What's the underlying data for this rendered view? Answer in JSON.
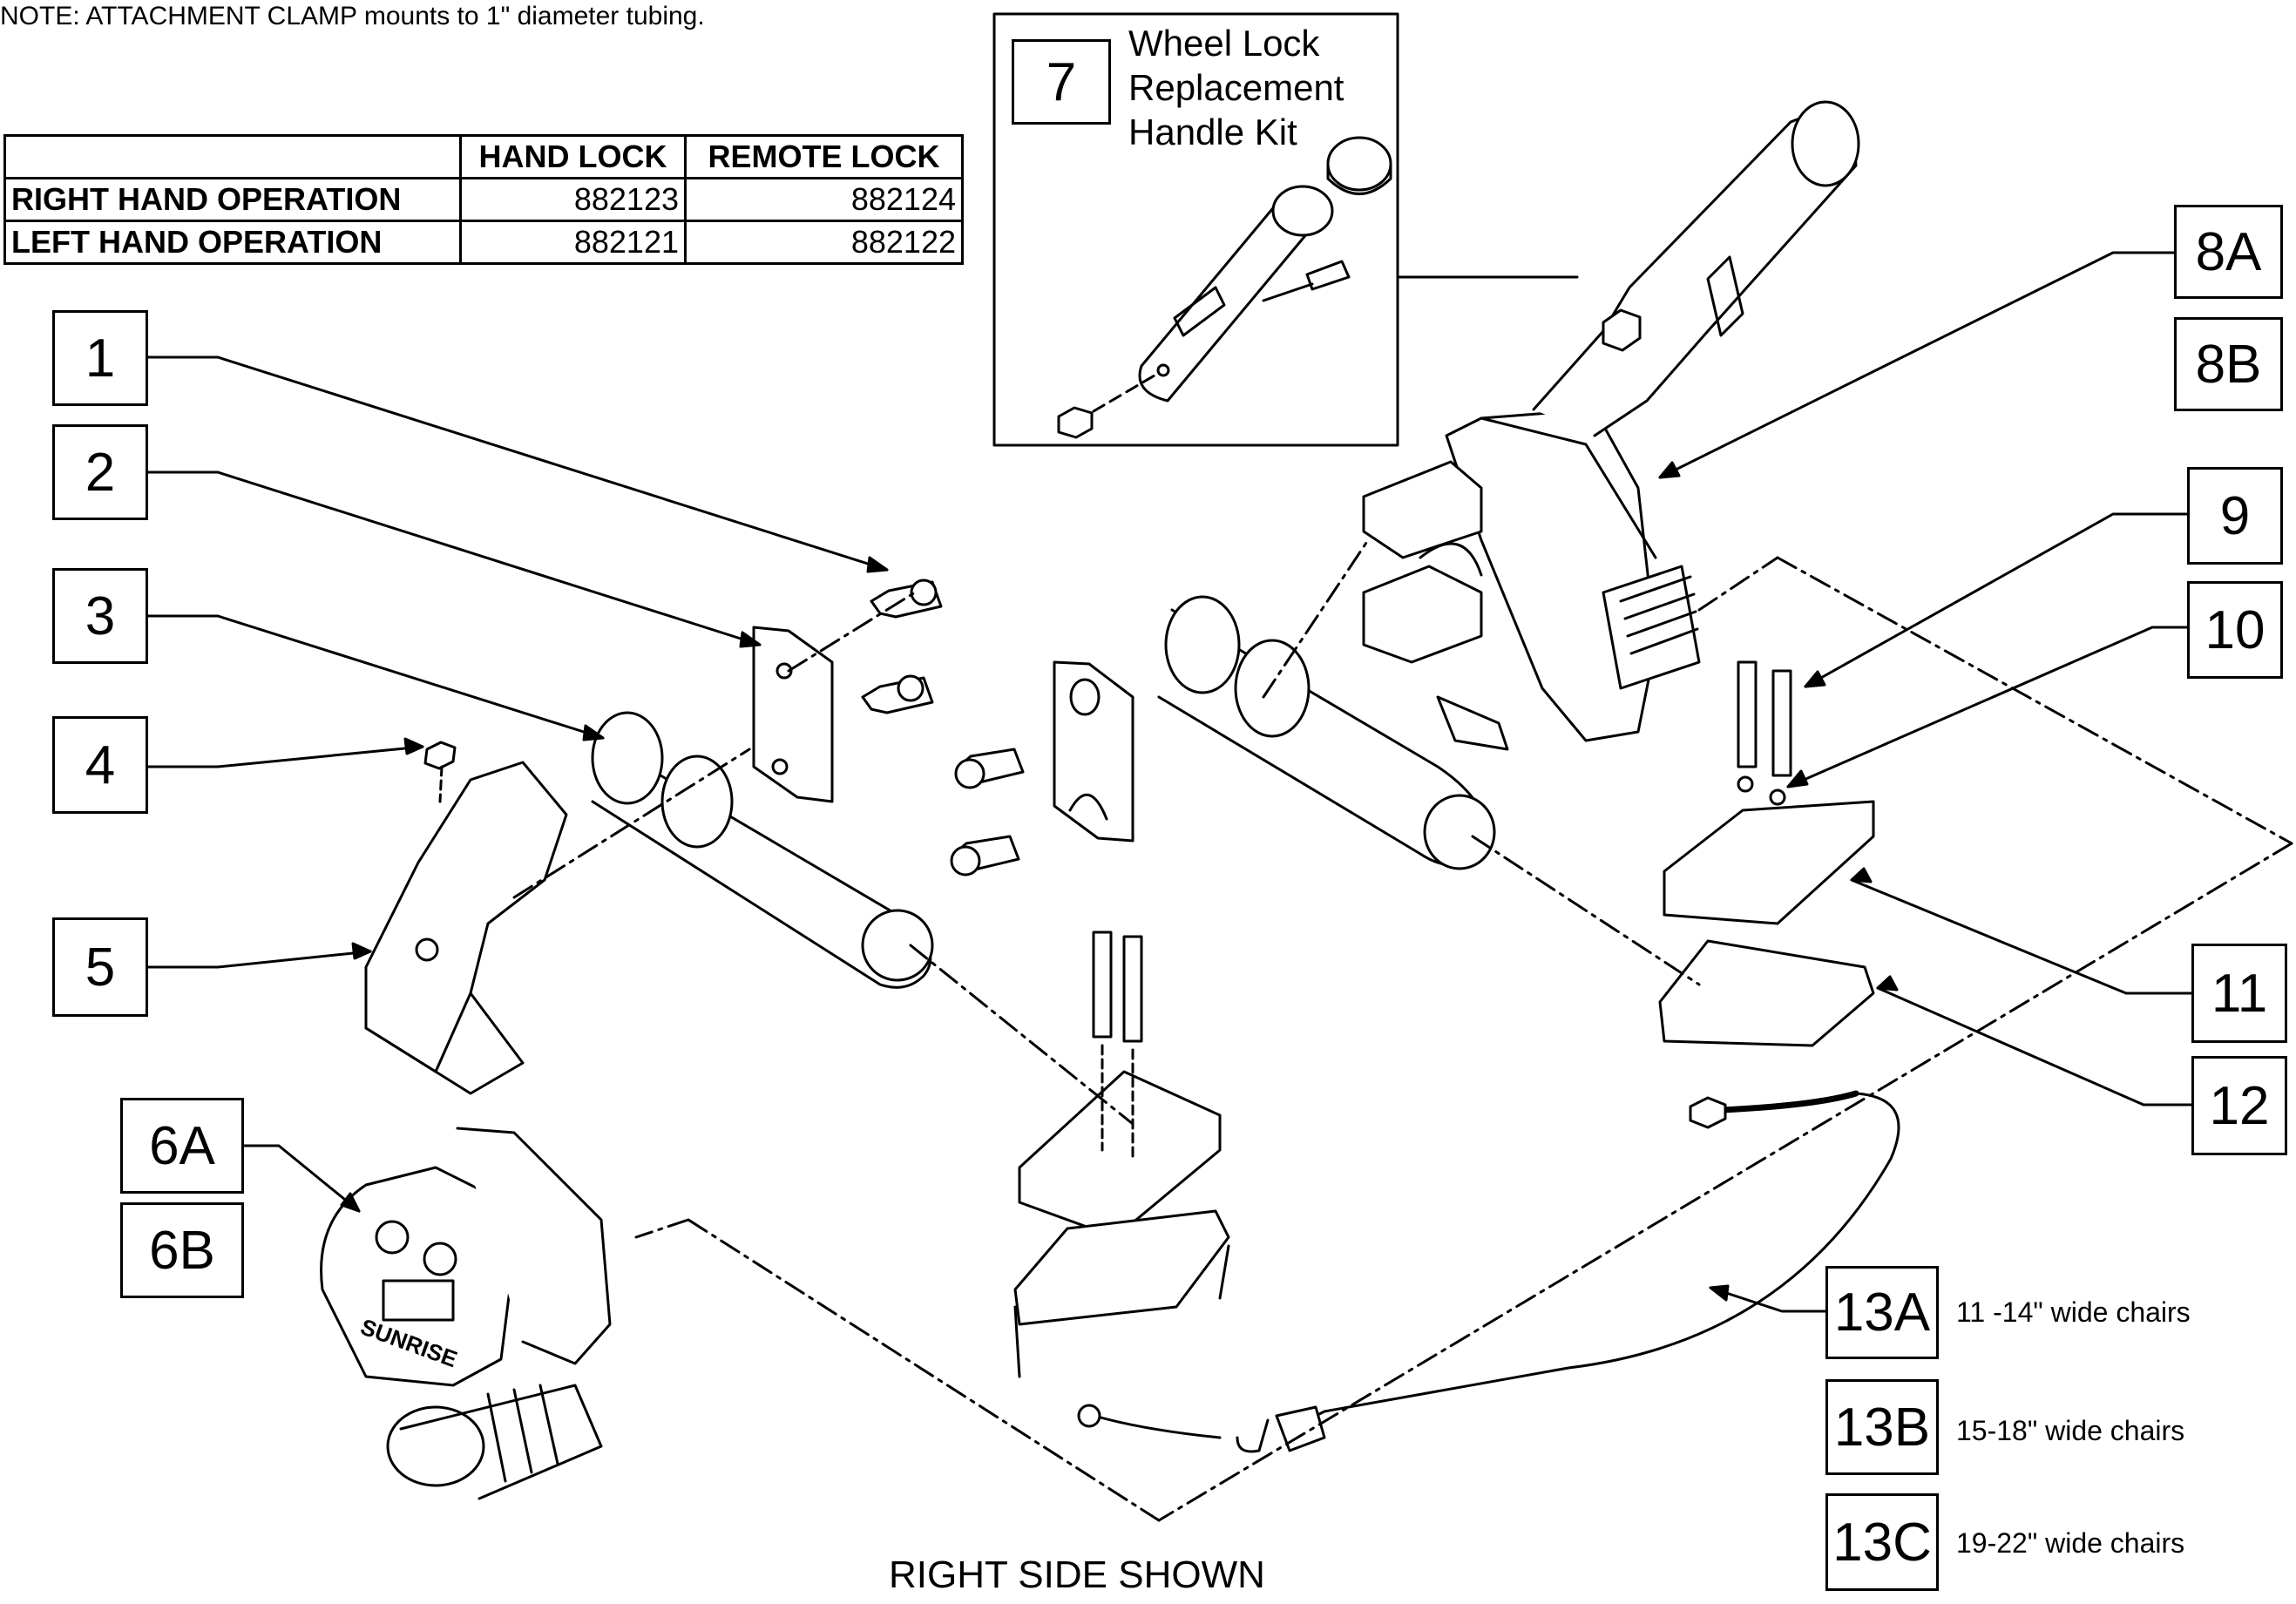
{
  "note": "NOTE: ATTACHMENT CLAMP mounts to 1\" diameter tubing.",
  "table": {
    "headers": [
      "",
      "HAND LOCK",
      "REMOTE LOCK"
    ],
    "rows": [
      {
        "label": "RIGHT HAND OPERATION",
        "hand_lock": "882123",
        "remote_lock": "882124"
      },
      {
        "label": "LEFT HAND OPERATION",
        "hand_lock": "882121",
        "remote_lock": "882122"
      }
    ]
  },
  "kit": {
    "number": "7",
    "title_lines": [
      "Wheel Lock",
      "Replacement",
      "Handle Kit"
    ]
  },
  "callouts": {
    "c1": "1",
    "c2": "2",
    "c3": "3",
    "c4": "4",
    "c5": "5",
    "c6a": "6A",
    "c6b": "6B",
    "c8a": "8A",
    "c8b": "8B",
    "c9": "9",
    "c10": "10",
    "c11": "11",
    "c12": "12",
    "c13a": "13A",
    "c13b": "13B",
    "c13c": "13C"
  },
  "cable_sizes": {
    "a": "11 -14\" wide chairs",
    "b": "15-18\" wide chairs",
    "c": "19-22\" wide chairs"
  },
  "logo_text": "SUNRISE",
  "caption": "RIGHT SIDE SHOWN"
}
